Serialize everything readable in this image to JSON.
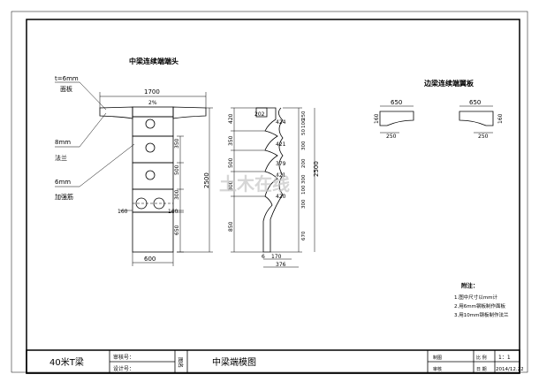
{
  "titles": {
    "main_view": "中梁连续端端头",
    "side_view": "边梁连续端翼板"
  },
  "main_view": {
    "plate_label": "t=6mm",
    "plate_name": "面板",
    "flange_label": "8mm",
    "flange_name": "法兰",
    "stiffener_label": "6mm",
    "stiffener_name": "加强筋",
    "dim_top_width": "1700",
    "dim_slope": "2%",
    "dim_height": "2500",
    "dim_segments": [
      "350",
      "500",
      "300",
      "650"
    ],
    "dim_side_left": "160",
    "dim_side_right": "160",
    "dim_bottom": "600"
  },
  "section_view": {
    "dim_top": "202",
    "dims_left": [
      "420",
      "350",
      "500",
      "300",
      "850"
    ],
    "dims_mid": [
      "424",
      "421",
      "379",
      "421",
      "420"
    ],
    "dims_right": [
      "250",
      "100",
      "50",
      "300",
      "200",
      "300",
      "100",
      "300",
      "670"
    ],
    "dim_total": "2500",
    "dim_b1": "6",
    "dim_b2": "170",
    "dim_b3": "376"
  },
  "wing_view": {
    "left_width": "650",
    "left_height": "160",
    "left_bottom": "250",
    "right_width": "650",
    "right_height": "160",
    "right_bottom": "250"
  },
  "notes": {
    "title": "附注：",
    "items": [
      "1.图中尺寸以mm计",
      "2.用6mm钢板制作面板",
      "3.用10mm钢板制作法兰"
    ]
  },
  "watermark": "土木在线",
  "title_block": {
    "project": "40米T梁",
    "review_label": "审核号：",
    "design_label": "设计号：",
    "drawing_name_label": "图名",
    "drawing_name": "中梁端模图",
    "draw_label": "制图",
    "check_label": "审核",
    "scale_label": "比 例",
    "scale_value": "1：1",
    "date_label": "日 期",
    "date_value": "2014/12.22"
  }
}
